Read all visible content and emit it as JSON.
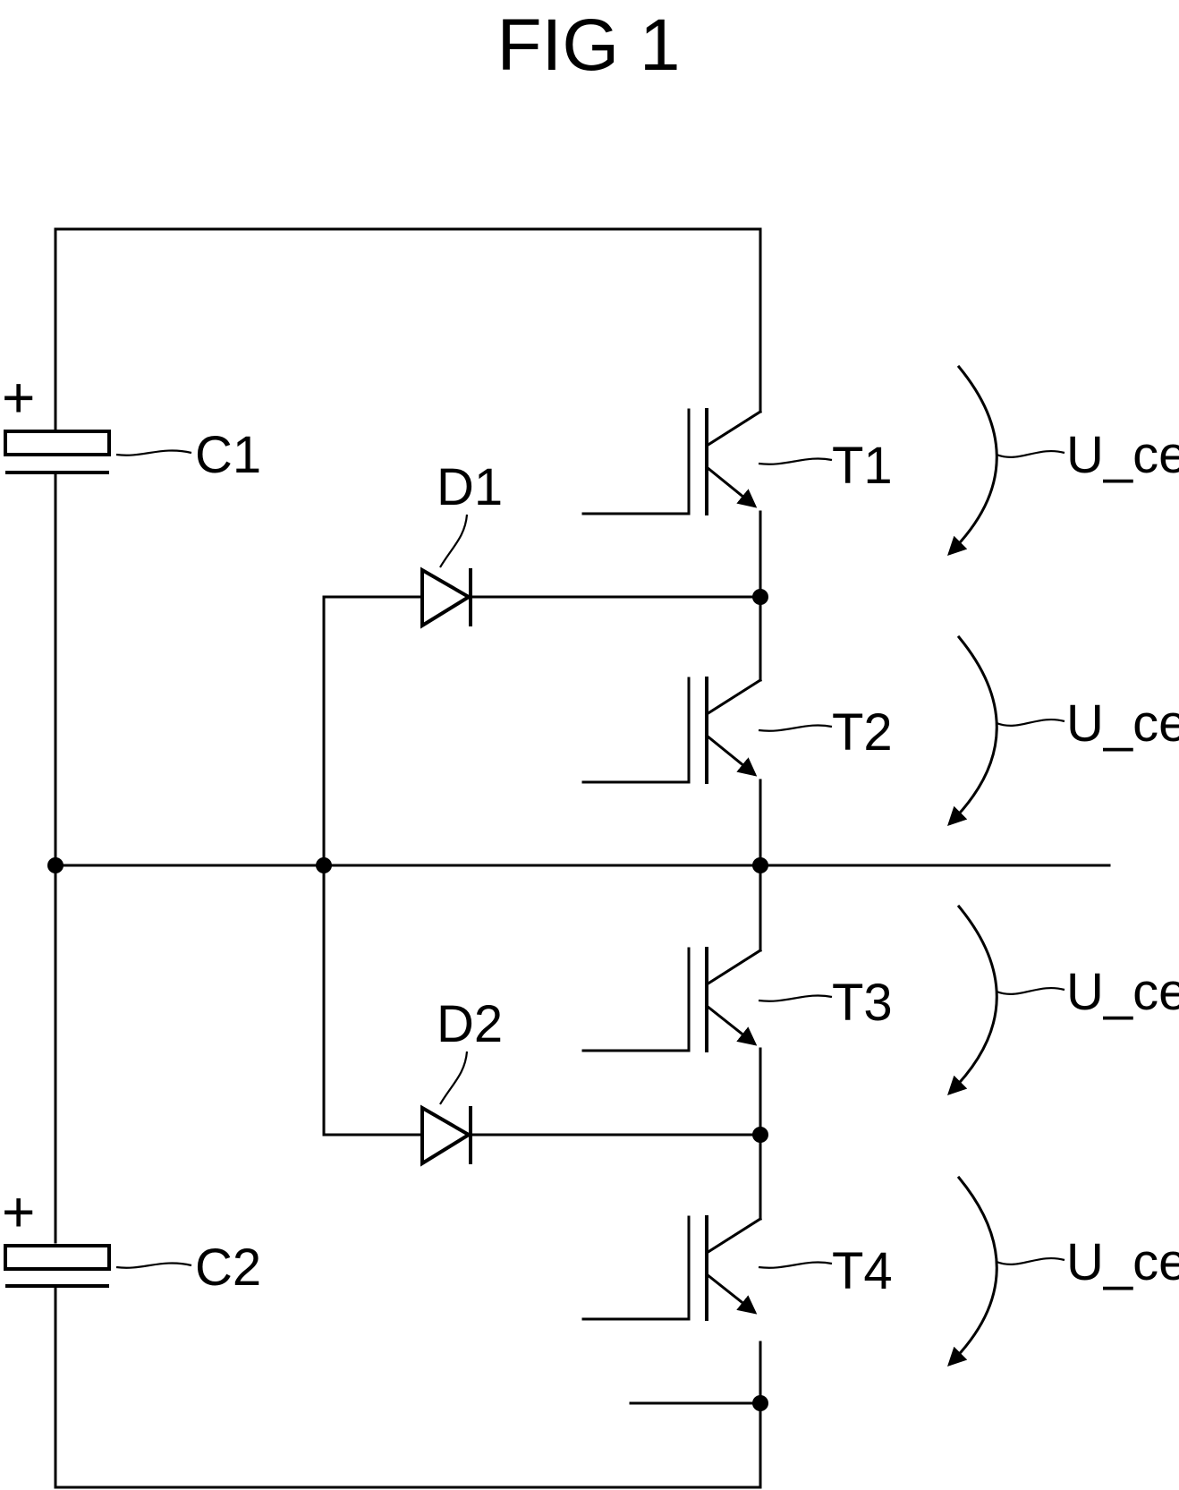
{
  "figure_title": "FIG 1",
  "capacitors": [
    {
      "label": "C1",
      "polarity": "+"
    },
    {
      "label": "C2",
      "polarity": "+"
    }
  ],
  "diodes": [
    {
      "label": "D1"
    },
    {
      "label": "D2"
    }
  ],
  "transistors": [
    {
      "label": "T1",
      "voltage_label": "U_ce"
    },
    {
      "label": "T2",
      "voltage_label": "U_ce"
    },
    {
      "label": "T3",
      "voltage_label": "U_ce"
    },
    {
      "label": "T4",
      "voltage_label": "U_ce"
    }
  ]
}
